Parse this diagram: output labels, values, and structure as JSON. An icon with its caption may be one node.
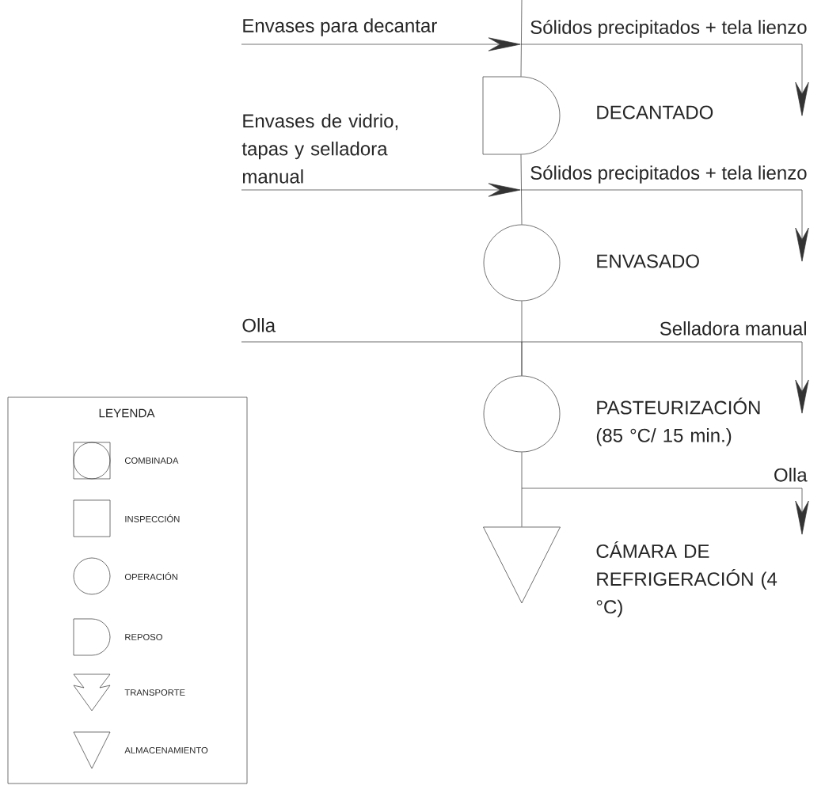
{
  "diagram": {
    "nodes": [
      {
        "text": [
          "Envases para decantar"
        ]
      },
      {
        "text": [],
        "shape": "delay",
        "beside": [
          "DECANTADO"
        ]
      },
      {
        "text": [
          "Envases de vidrio, tapas y selladora manual"
        ]
      },
      {
        "text": [],
        "shape": "circle",
        "beside": [
          "ENVASADO"
        ]
      },
      {
        "text": [
          "Olla"
        ]
      },
      {
        "text": [],
        "shape": "circle",
        "beside": [
          "PASTEURIZACIÓN (85 °C/ 15 min.)"
        ]
      },
      {
        "text": [],
        "shape": "triangle",
        "beside": [
          "CÁMARA DE REFRIGERACIÓN (4 °C)"
        ]
      }
    ],
    "edges": [
      {
        "from": null,
        "to": 1,
        "arrow": "none"
      },
      {
        "from": 0,
        "to": null,
        "arrow": "to"
      },
      {
        "from": 1,
        "to": null,
        "arrow": "to",
        "label": "Sólidos precipitados + tela lienzo"
      },
      {
        "from": 1,
        "to": 3,
        "arrow": "none"
      },
      {
        "from": 2,
        "to": null,
        "arrow": "to"
      },
      {
        "from": 1,
        "to": null,
        "arrow": "to",
        "label": "Sólidos precipitados + tela lienzo"
      },
      {
        "from": 3,
        "to": 5,
        "arrow": "none"
      },
      {
        "from": 4,
        "to": 5,
        "arrow": "none"
      },
      {
        "from": 3,
        "to": null,
        "arrow": "to",
        "label": "Selladora manual"
      },
      {
        "from": 5,
        "to": 6,
        "arrow": "none"
      },
      {
        "from": 5,
        "to": null,
        "arrow": "to",
        "label": "Olla"
      }
    ],
    "labels": [
      "LEYENDA"
    ],
    "legend": [
      {
        "text": "COMBINADA"
      },
      {
        "text": "INSPECCIÓN"
      },
      {
        "text": "OPERACIÓN"
      },
      {
        "text": "REPOSO"
      },
      {
        "text": "TRANSPORTE"
      },
      {
        "text": "ALMACENAMIENTO"
      }
    ]
  }
}
